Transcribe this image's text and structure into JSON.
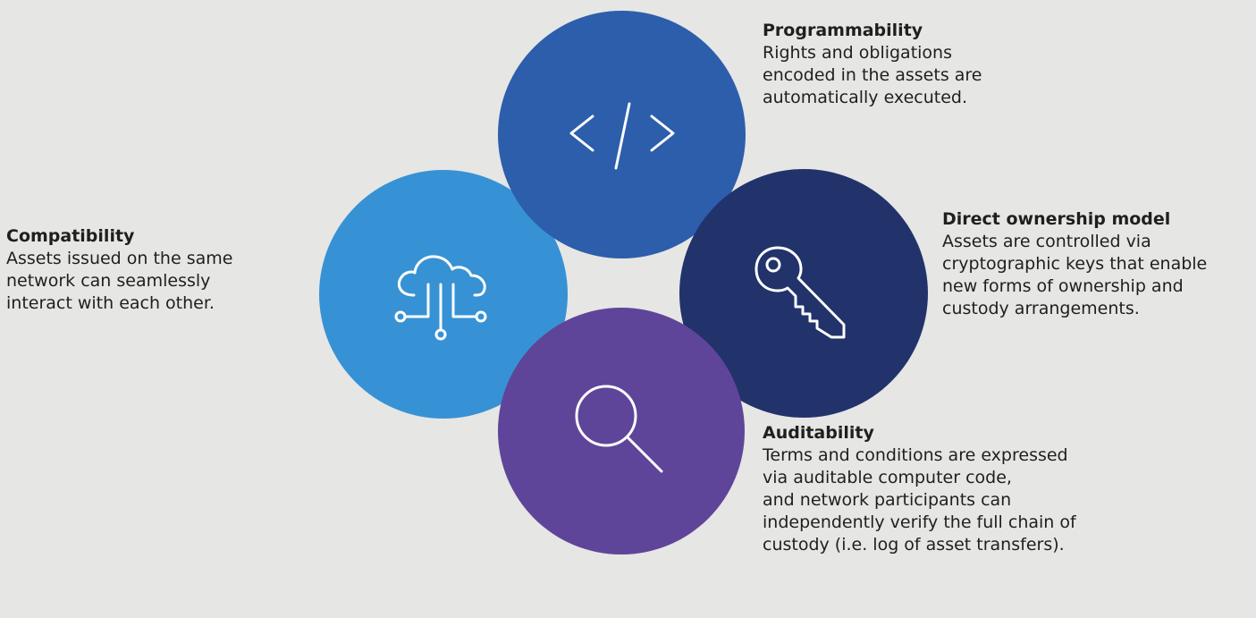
{
  "colors": {
    "background": "#e6e6e4",
    "compatibility": "#3692d4",
    "programmability": "#2c5eac",
    "direct_ownership": "#22326b",
    "auditability": "#5f4599",
    "icon_stroke": "#ffffff"
  },
  "items": {
    "compatibility": {
      "title": "Compatibility",
      "body": "Assets issued on the same\nnetwork can seamlessly\ninteract with each other.",
      "icon": "cloud-network-icon"
    },
    "programmability": {
      "title": "Programmability",
      "body": "Rights and obligations\nencoded in the assets are\nautomatically executed.",
      "icon": "code-brackets-icon"
    },
    "direct_ownership": {
      "title": "Direct ownership model",
      "body": "Assets are controlled via\ncryptographic keys that enable\nnew forms of ownership and\ncustody arrangements.",
      "icon": "key-icon"
    },
    "auditability": {
      "title": "Auditability",
      "body": "Terms and conditions are expressed\nvia auditable computer code,\nand network participants can\nindependently verify the full chain of\ncustody (i.e. log of asset transfers).",
      "icon": "magnifier-icon"
    }
  }
}
